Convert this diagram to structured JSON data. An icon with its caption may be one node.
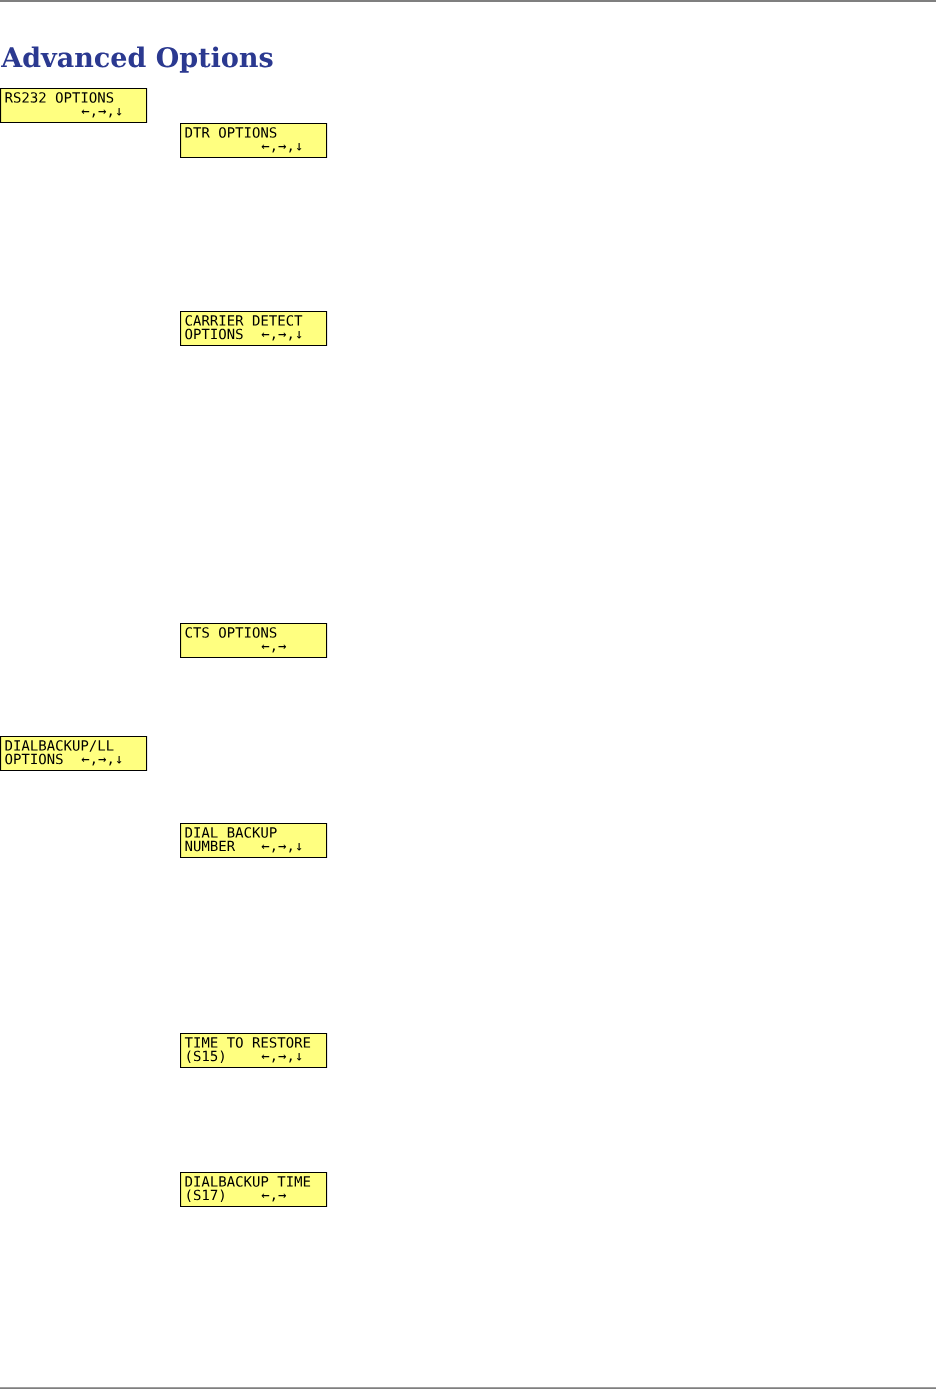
{
  "diagram": {
    "title": "Advanced Options",
    "nodes": [
      {
        "text": [
          "RS232 OPTIONS",
          "←,→,↓"
        ]
      },
      {
        "text": [
          "DTR OPTIONS",
          "←,→,↓"
        ]
      },
      {
        "text": [
          "CARRIER DETECT OPTIONS",
          "←,→,↓"
        ]
      },
      {
        "text": [
          "CTS OPTIONS",
          "←,→"
        ]
      },
      {
        "text": [
          "DIALBACKUP/LL OPTIONS",
          "←,→,↓"
        ]
      },
      {
        "text": [
          "DIAL BACKUP NUMBER",
          "←,→,↓"
        ]
      },
      {
        "text": [
          "TIME TO RESTORE (S15)",
          "←,→,↓"
        ]
      },
      {
        "text": [
          "DIALBACKUP TIME (S17)",
          "←,→"
        ]
      }
    ]
  }
}
